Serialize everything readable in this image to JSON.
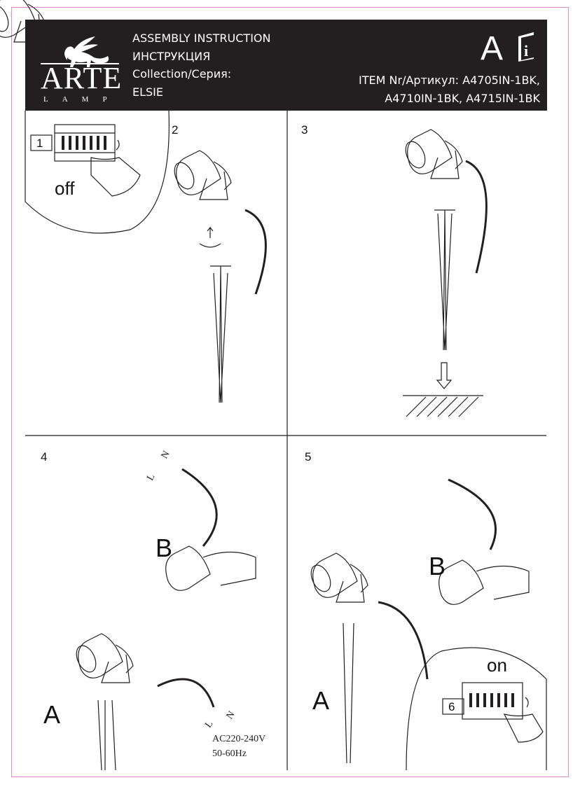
{
  "header": {
    "brand": "ARTE",
    "brand_sub": "LAMP",
    "lines": [
      "ASSEMBLY INSTRUCTION",
      "ИНСТРУКЦИЯ",
      "Collection/Серия:",
      "ELSIE"
    ],
    "doc_letter": "A",
    "item_line1": "ITEM Nr/Артикул: A4705IN-1BK,",
    "item_line2": "A4710IN-1BK, A4715IN-1BK"
  },
  "steps": {
    "s1": {
      "number": "1",
      "label": "off"
    },
    "s2": {
      "number": "2"
    },
    "s3": {
      "number": "3"
    },
    "s4": {
      "number": "4",
      "part_a": "A",
      "part_b": "B",
      "voltage": "AC220-240V",
      "frequency": "50-60Hz",
      "wire_l": "L",
      "wire_n": "N"
    },
    "s5": {
      "number": "5",
      "part_a": "A",
      "part_b": "B",
      "label": "on",
      "switch_number": "6"
    }
  }
}
